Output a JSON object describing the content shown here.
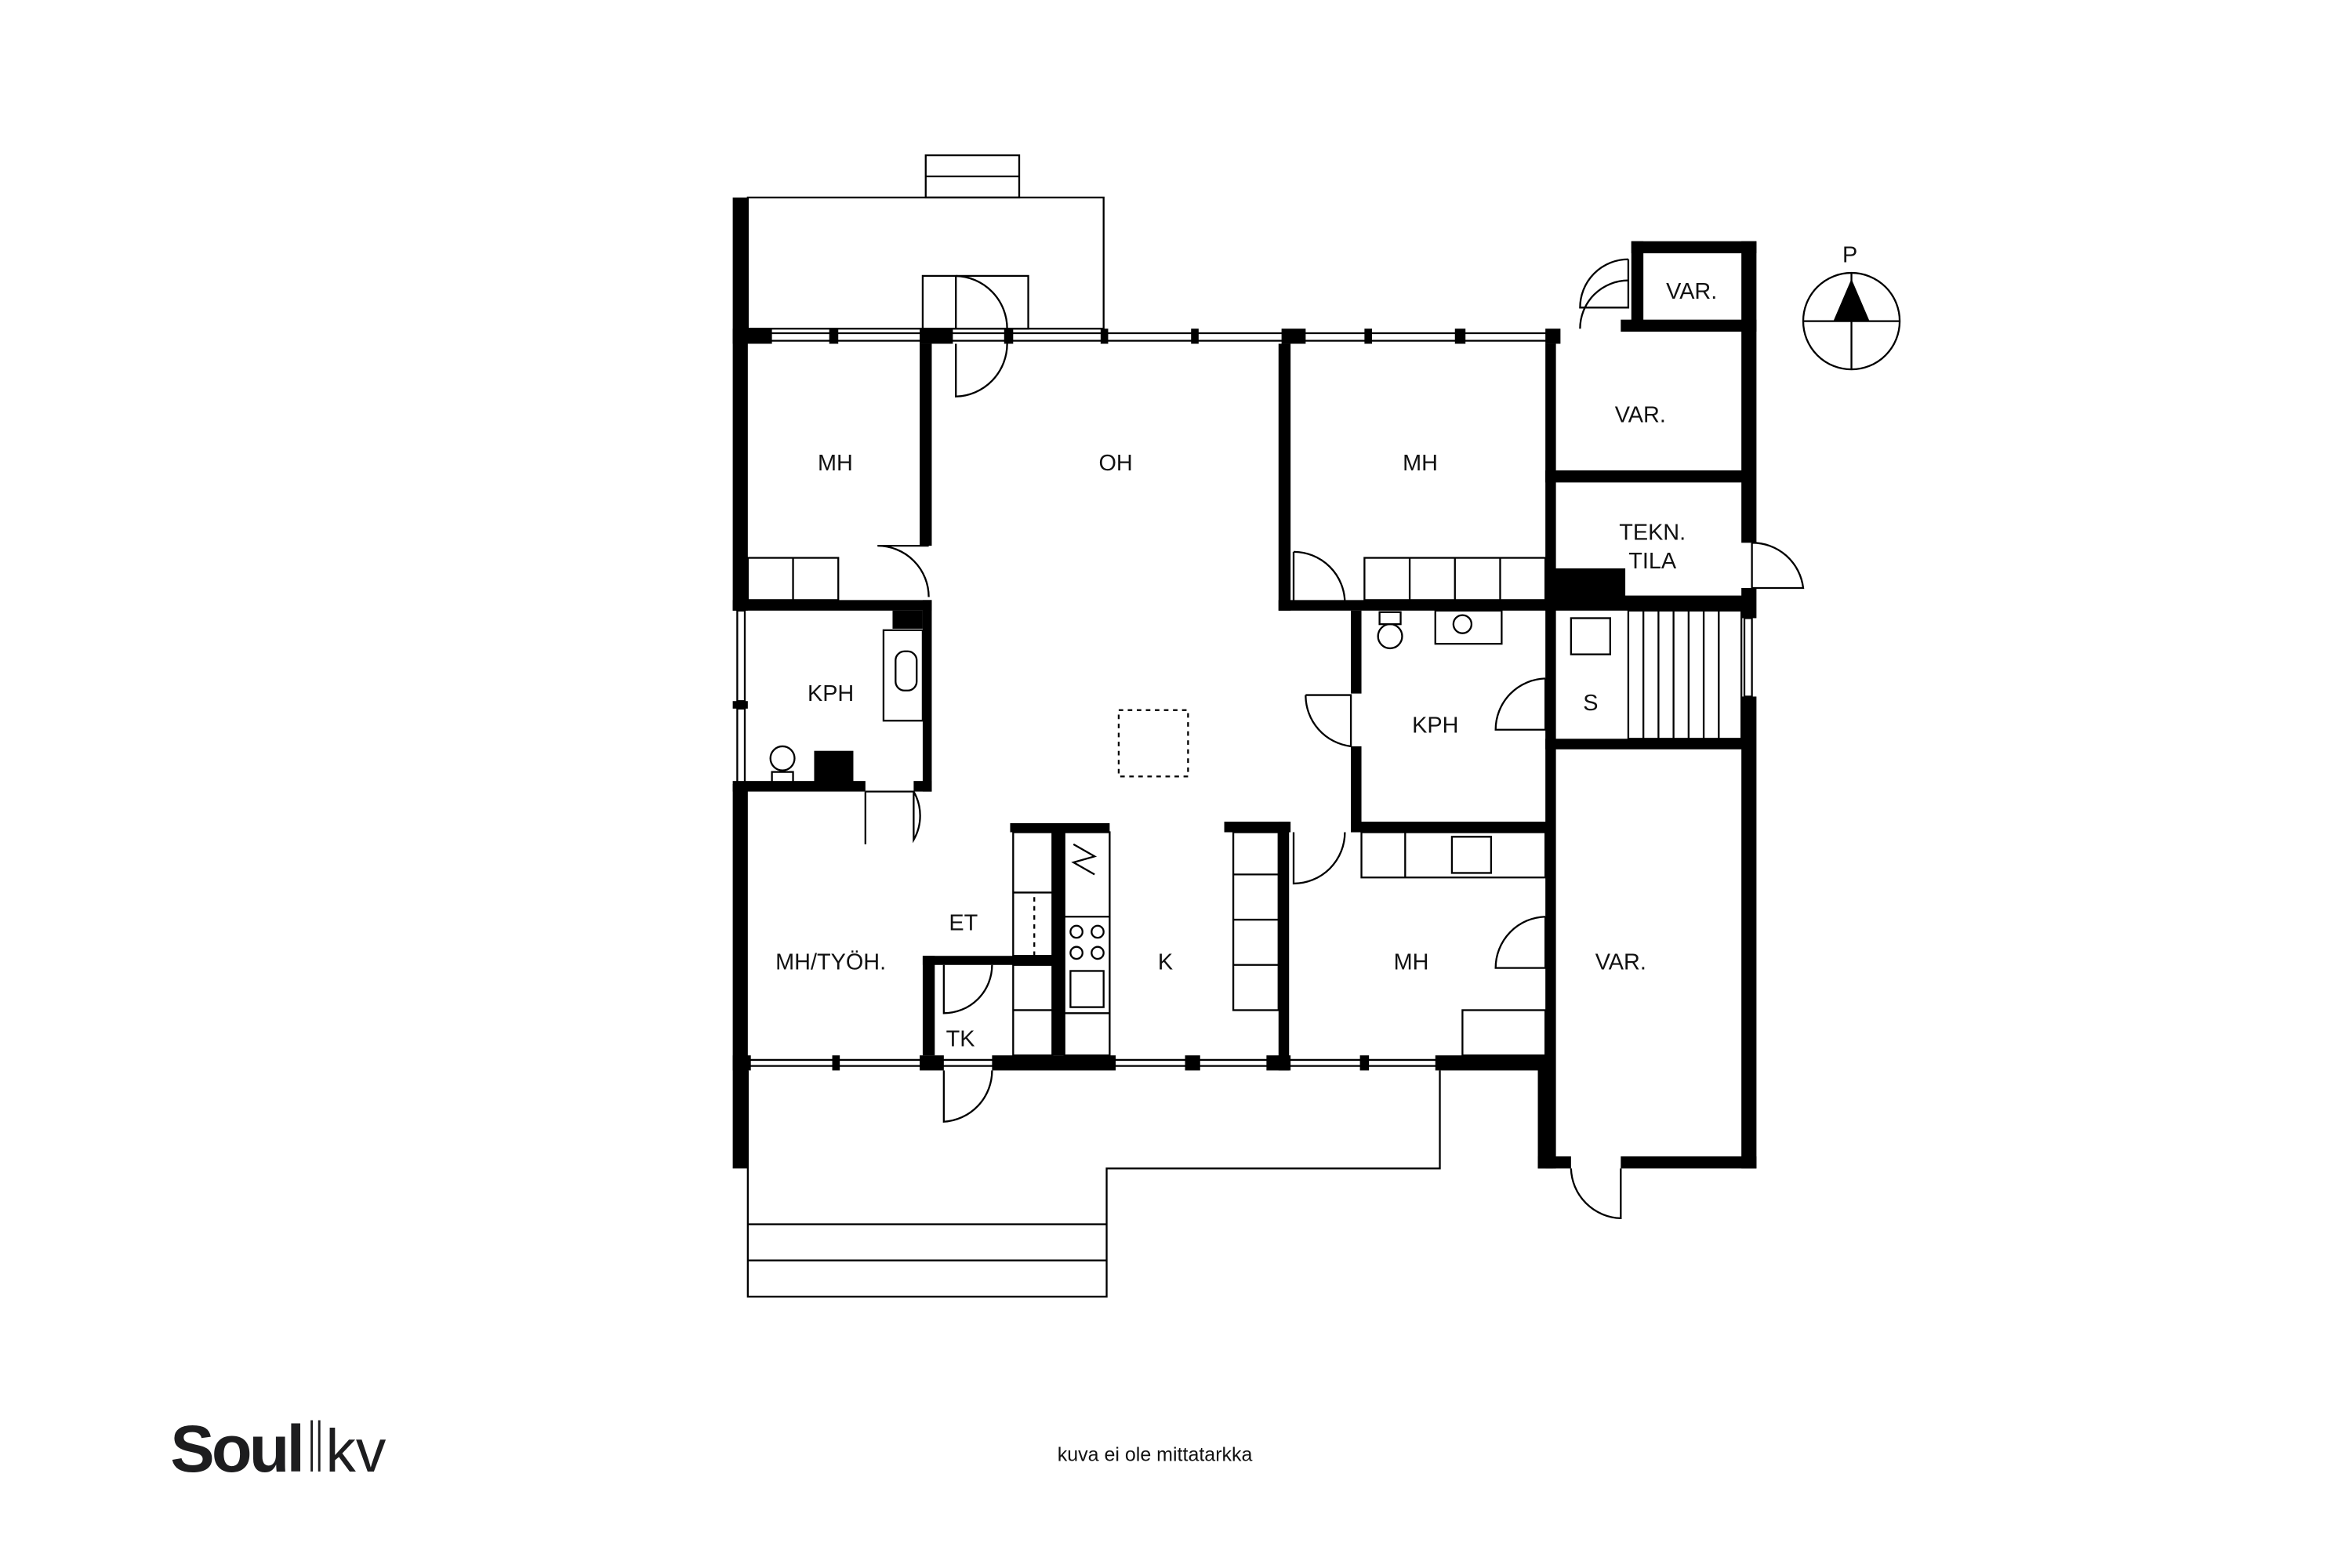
{
  "rooms": {
    "mh_top_left": "MH",
    "oh": "OH",
    "mh_top_right": "MH",
    "var_top": "VAR.",
    "var_upper": "VAR.",
    "tekn_line1": "TEKN.",
    "tekn_line2": "TILA",
    "kph_left": "KPH",
    "kph_right": "KPH",
    "sauna": "S",
    "mh_tyoh": "MH/TYÖH.",
    "et": "ET",
    "tk": "TK",
    "k": "K",
    "mh_bottom": "MH",
    "var_lower": "VAR."
  },
  "compass": {
    "label": "P"
  },
  "logo": {
    "bold": "Soul",
    "light": "kv"
  },
  "note": "kuva ei ole mittatarkka"
}
